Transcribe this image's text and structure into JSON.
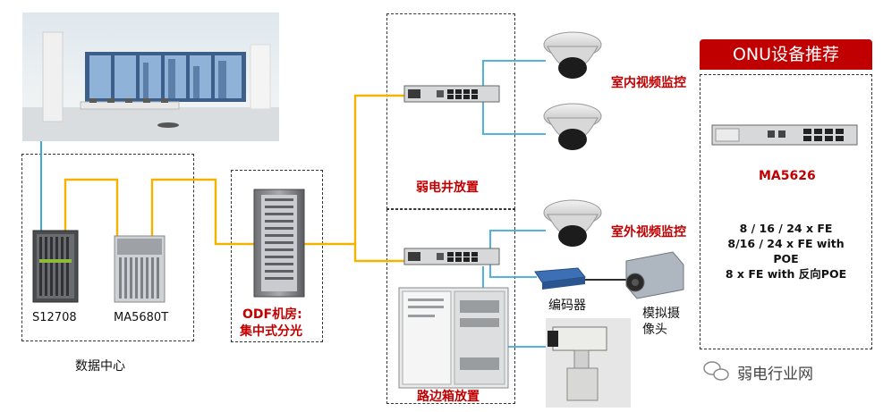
{
  "banner": {
    "title": "ONU设备推荐"
  },
  "data_center": {
    "label": "数据中心",
    "device1": "S12708",
    "device2": "MA5680T"
  },
  "odf": {
    "line1": "ODF机房:",
    "line2": "集中式分光"
  },
  "sites": {
    "weak_well": "弱电井放置",
    "roadside_box": "路边箱放置"
  },
  "cameras": {
    "indoor": "室内视频监控",
    "outdoor": "室外视频监控"
  },
  "encoder": {
    "label": "编码器"
  },
  "analog_camera": {
    "line1": "模拟摄",
    "line2": "像头"
  },
  "recommendation": {
    "model": "MA5626",
    "spec1": "8 / 16 / 24 x FE",
    "spec2": "8/16 / 24 x FE with",
    "spec3": "POE",
    "spec4": "8 x FE with 反向POE"
  },
  "watermark": {
    "text": "弱电行业网"
  },
  "colors": {
    "fiber": "#f2b400",
    "cable": "#3fa9d6",
    "accent": "#c00000"
  }
}
